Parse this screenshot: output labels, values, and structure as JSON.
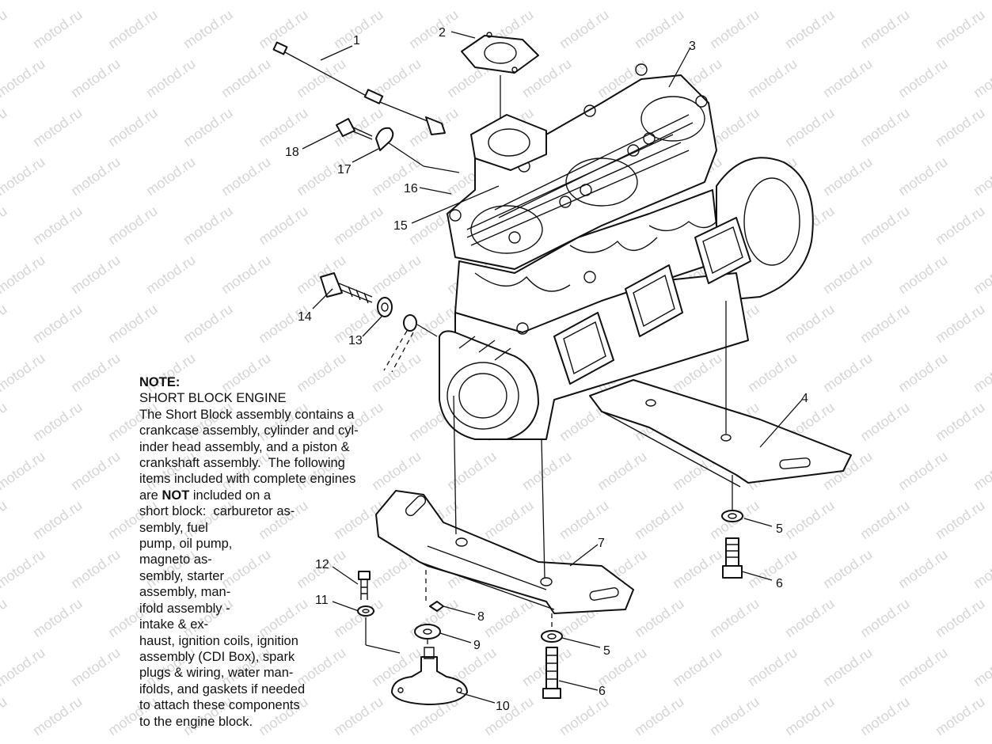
{
  "watermark": {
    "text": "motod.ru"
  },
  "callouts": [
    {
      "id": "1",
      "text": "1"
    },
    {
      "id": "2",
      "text": "2"
    },
    {
      "id": "3",
      "text": "3"
    },
    {
      "id": "4",
      "text": "4"
    },
    {
      "id": "5a",
      "text": "5"
    },
    {
      "id": "5b",
      "text": "5"
    },
    {
      "id": "6a",
      "text": "6"
    },
    {
      "id": "6b",
      "text": "6"
    },
    {
      "id": "7",
      "text": "7"
    },
    {
      "id": "8",
      "text": "8"
    },
    {
      "id": "9",
      "text": "9"
    },
    {
      "id": "10",
      "text": "10"
    },
    {
      "id": "11",
      "text": "11"
    },
    {
      "id": "12",
      "text": "12"
    },
    {
      "id": "13",
      "text": "13"
    },
    {
      "id": "14",
      "text": "14"
    },
    {
      "id": "15",
      "text": "15"
    },
    {
      "id": "16",
      "text": "16"
    },
    {
      "id": "17",
      "text": "17"
    },
    {
      "id": "18",
      "text": "18"
    }
  ],
  "note": {
    "title": "NOTE:",
    "subtitle": "SHORT BLOCK ENGINE",
    "lines": [
      "The Short Block assembly contains a",
      "crankcase assembly, cylinder and cyl-",
      "inder head assembly, and a piston &",
      "crankshaft assembly.  The following",
      "items included with complete engines"
    ],
    "bold_line": {
      "before": "are ",
      "bold": "NOT",
      "after": " included on a"
    },
    "lines_after": [
      "short block:  carburetor as-",
      "sembly, fuel",
      "pump, oil pump,",
      "magneto as-",
      "sembly, starter",
      "assembly, man-",
      "ifold assembly -",
      "intake & ex-",
      "haust, ignition coils, ignition",
      "assembly (CDI Box), spark",
      "plugs & wiring, water man-",
      "ifolds, and gaskets if needed",
      "to attach these components",
      "to the engine block."
    ]
  }
}
